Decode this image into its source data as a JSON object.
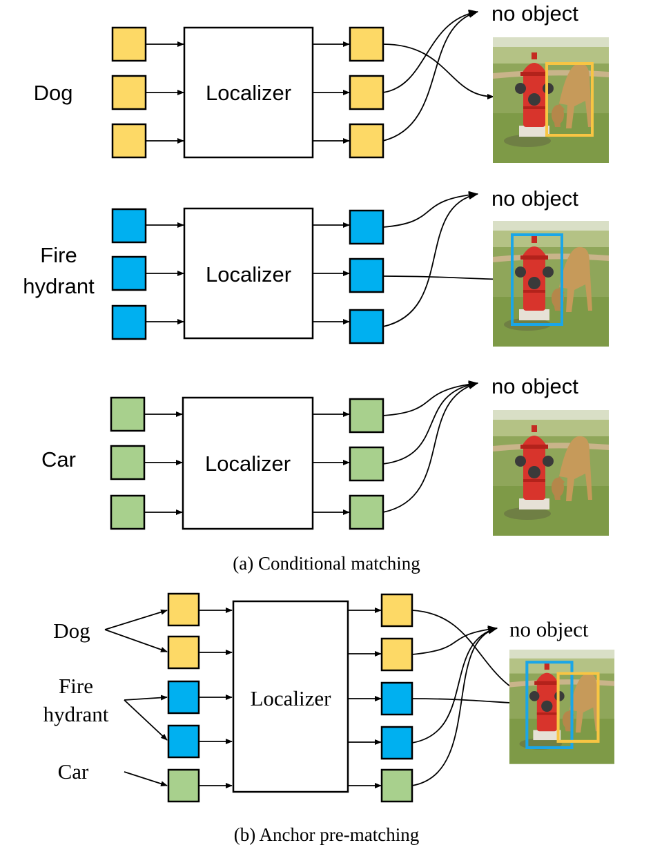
{
  "colors": {
    "dog": "#FDD966",
    "fire_hydrant": "#00B0F0",
    "car": "#A8D08D",
    "dog_box": "#F8C543",
    "hydrant_box": "#1AA6E8"
  },
  "panel_a": {
    "rows": [
      {
        "label_lines": [
          "Dog"
        ],
        "localizer_label": "Localizer",
        "no_object_label": "no object",
        "color_key": "dog"
      },
      {
        "label_lines": [
          "Fire",
          "hydrant"
        ],
        "localizer_label": "Localizer",
        "no_object_label": "no object",
        "color_key": "fire_hydrant"
      },
      {
        "label_lines": [
          "Car"
        ],
        "localizer_label": "Localizer",
        "no_object_label": "no object",
        "color_key": "car"
      }
    ],
    "caption": "(a) Conditional matching"
  },
  "panel_b": {
    "class_labels": [
      "Dog",
      "Fire",
      "hydrant",
      "Car"
    ],
    "localizer_label": "Localizer",
    "no_object_label": "no object",
    "caption": "(b) Anchor pre-matching"
  }
}
